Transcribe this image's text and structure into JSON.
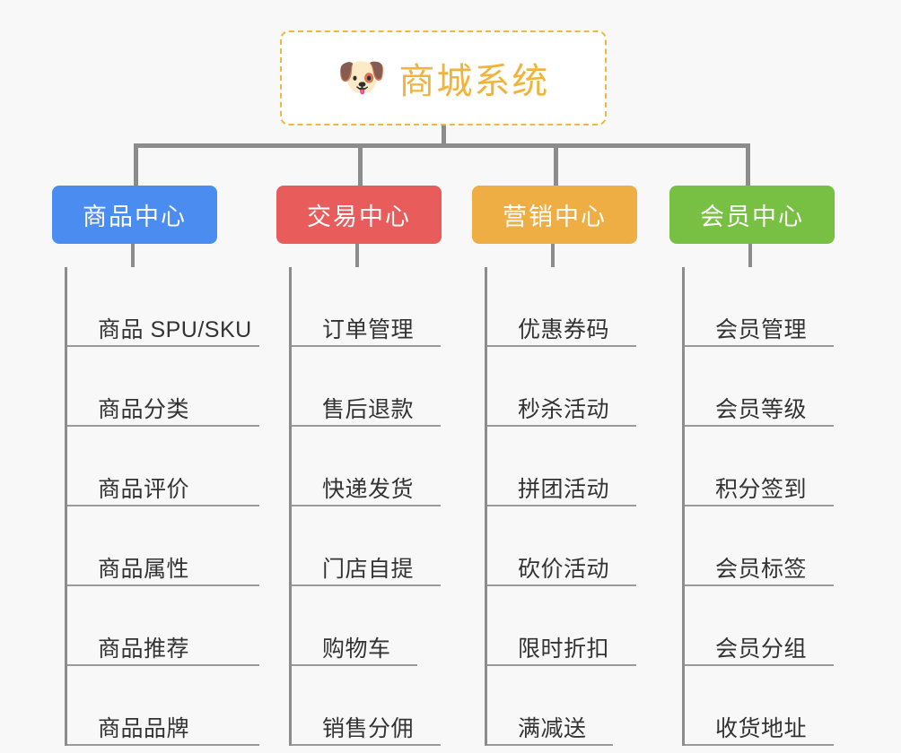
{
  "root": {
    "icon": "shiba-dog-emoji",
    "icon_glyph": "🐶",
    "title": "商城系统",
    "border_color": "#f0b840",
    "text_color": "#f0b43c",
    "background": "#ffffff"
  },
  "canvas": {
    "background": "#f8f8f8",
    "connector_color": "#8c8c8c"
  },
  "columns": [
    {
      "id": "product-center",
      "label": "商品中心",
      "color": "#4a8cf0",
      "items": [
        {
          "label": "商品 SPU/SKU",
          "narrow": false
        },
        {
          "label": "商品分类",
          "narrow": false
        },
        {
          "label": "商品评价",
          "narrow": false
        },
        {
          "label": "商品属性",
          "narrow": false
        },
        {
          "label": "商品推荐",
          "narrow": false
        },
        {
          "label": "商品品牌",
          "narrow": false
        }
      ]
    },
    {
      "id": "trade-center",
      "label": "交易中心",
      "color": "#e85c5c",
      "items": [
        {
          "label": "订单管理",
          "narrow": false
        },
        {
          "label": "售后退款",
          "narrow": false
        },
        {
          "label": "快递发货",
          "narrow": false
        },
        {
          "label": "门店自提",
          "narrow": false
        },
        {
          "label": "购物车",
          "narrow": true
        },
        {
          "label": "销售分佣",
          "narrow": false
        }
      ]
    },
    {
      "id": "marketing-center",
      "label": "营销中心",
      "color": "#eeae43",
      "items": [
        {
          "label": "优惠券码",
          "narrow": false
        },
        {
          "label": "秒杀活动",
          "narrow": false
        },
        {
          "label": "拼团活动",
          "narrow": false
        },
        {
          "label": "砍价活动",
          "narrow": false
        },
        {
          "label": "限时折扣",
          "narrow": false
        },
        {
          "label": "满减送",
          "narrow": true
        }
      ]
    },
    {
      "id": "member-center",
      "label": "会员中心",
      "color": "#78c043",
      "items": [
        {
          "label": "会员管理",
          "narrow": false
        },
        {
          "label": "会员等级",
          "narrow": false
        },
        {
          "label": "积分签到",
          "narrow": false
        },
        {
          "label": "会员标签",
          "narrow": false
        },
        {
          "label": "会员分组",
          "narrow": false
        },
        {
          "label": "收货地址",
          "narrow": false
        }
      ]
    }
  ]
}
